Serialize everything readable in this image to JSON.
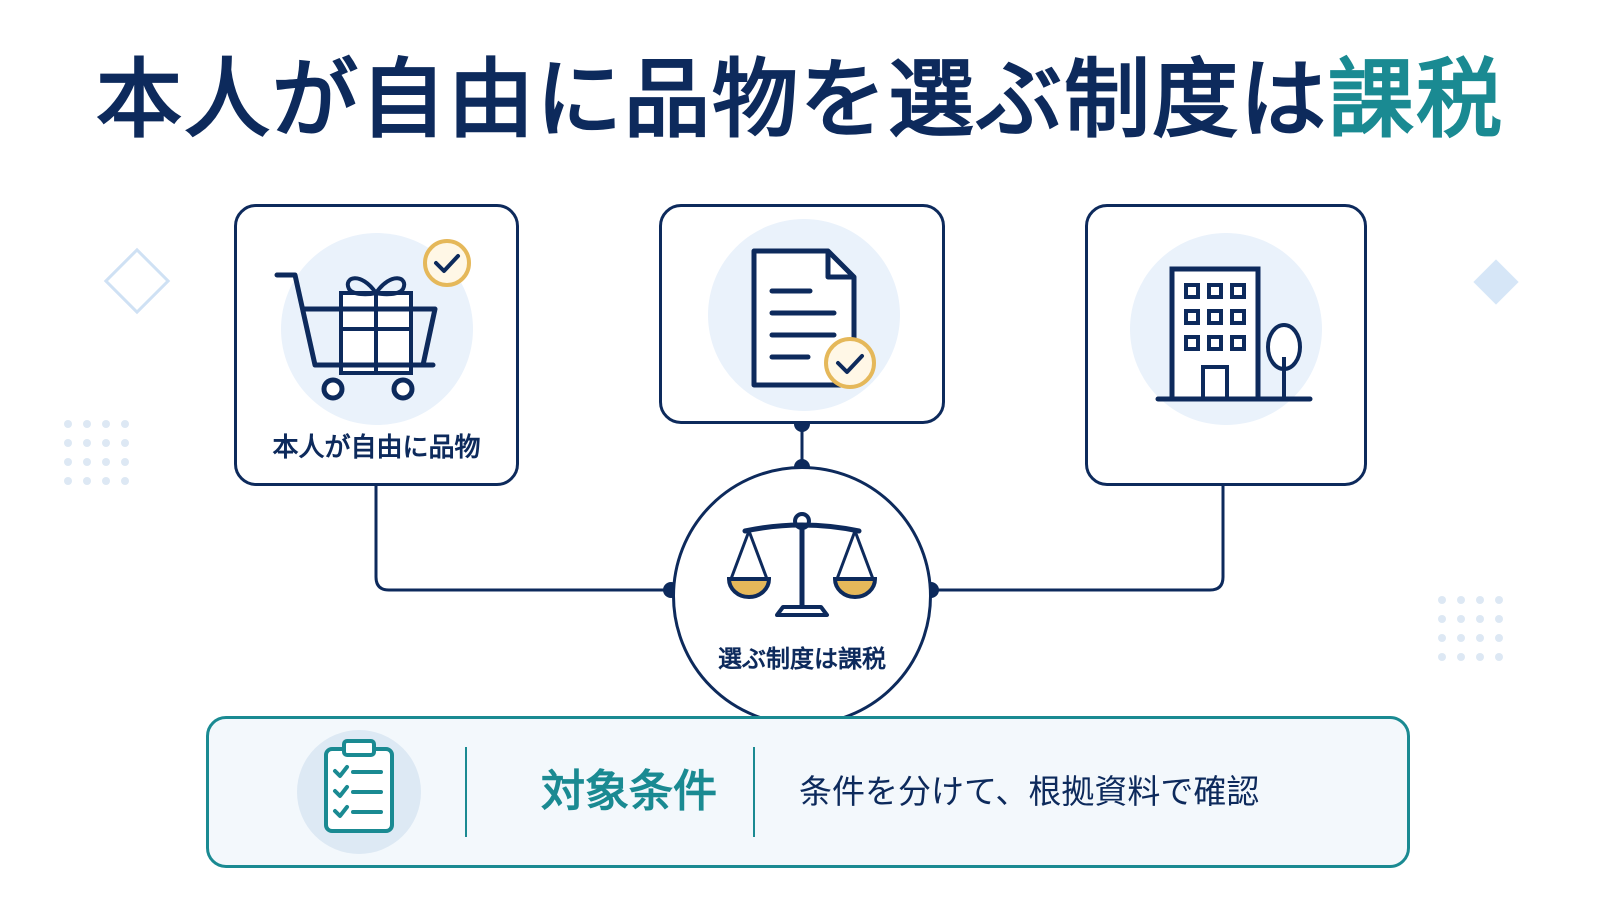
{
  "title": {
    "main": "本人が自由に品物を選ぶ制度は",
    "accent": "課税"
  },
  "cards": {
    "left": {
      "label": "本人が自由に品物",
      "icon": "gift-cart-icon"
    },
    "middle": {
      "icon": "document-check-icon"
    },
    "right": {
      "icon": "building-icon"
    }
  },
  "center": {
    "label": "選ぶ制度は課税",
    "icon": "balance-scale-icon"
  },
  "bottom": {
    "title": "対象条件",
    "description": "条件を分けて、根拠資料で確認",
    "icon": "clipboard-checklist-icon"
  },
  "colors": {
    "navy": "#0d2a5c",
    "teal": "#1a8a92",
    "gold": "#e5b85a",
    "pale_blue": "#eaf2fb"
  }
}
